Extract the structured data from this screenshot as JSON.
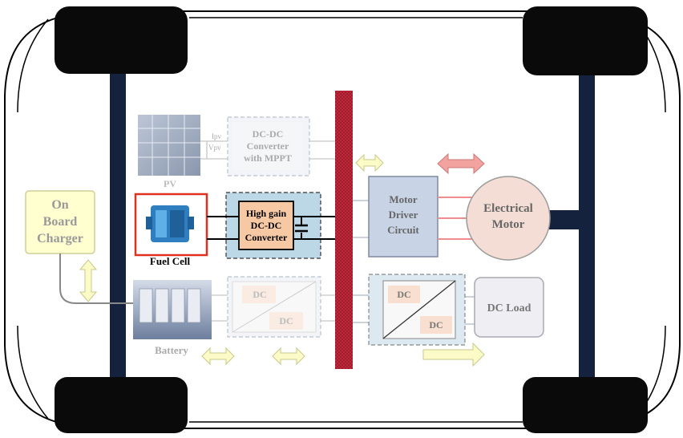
{
  "diagram": {
    "pv_label": "PV",
    "pv_ipv": "Ipv",
    "pv_vpv": "Vpv",
    "pv_converter": [
      "DC-DC",
      "Converter",
      "with MPPT"
    ],
    "fuel_cell_label": "Fuel Cell",
    "highgain_converter": [
      "High gain",
      "DC-DC",
      "Converter"
    ],
    "charger_label": [
      "On",
      "Board",
      "Charger"
    ],
    "battery_label": "Battery",
    "battery_converter_top": "DC",
    "battery_converter_bottom": "DC",
    "motor_driver": [
      "Motor",
      "Driver",
      "Circuit"
    ],
    "motor": [
      "Electrical",
      "Motor"
    ],
    "load_converter_top": "DC",
    "load_converter_bottom": "DC",
    "dc_load_label": "DC Load"
  },
  "colors": {
    "bus": "#c0283a",
    "axle": "#15223d",
    "wheel": "#0a0a0a",
    "motor_fill": "#f4ddd5",
    "driver_fill": "#c8d3e5",
    "charger_fill": "#ffffd0",
    "highgain_fill": "#f6c9a4",
    "highgain_panel": "#bcd7e5",
    "dc_tag": "#f8dfcf",
    "arrow_yellow": "#fbfbc8",
    "arrow_pink": "#f2a3a0",
    "fuel_border": "#e0301e"
  }
}
